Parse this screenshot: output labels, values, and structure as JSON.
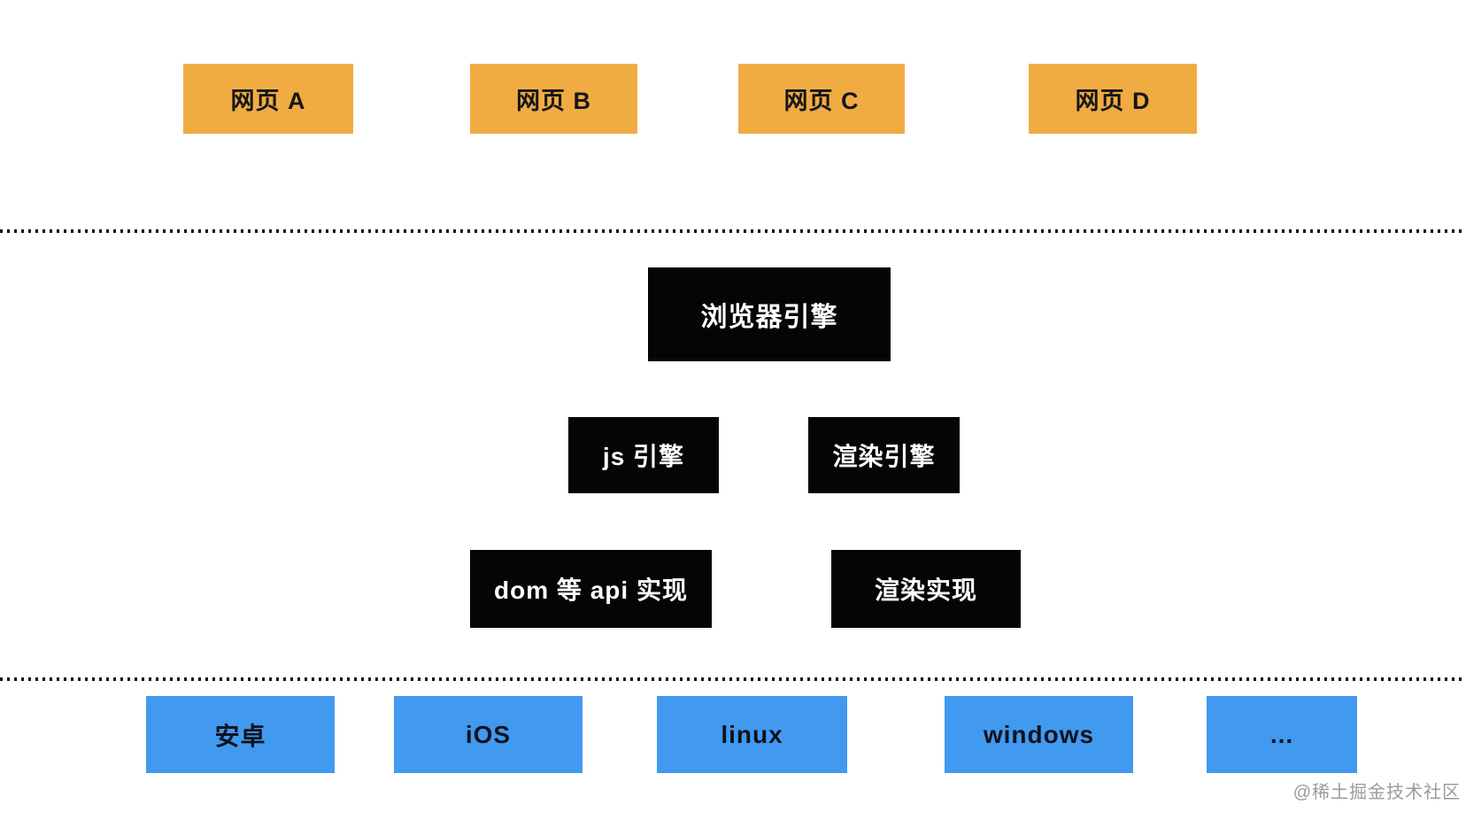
{
  "diagram": {
    "layers": {
      "webpages": {
        "items": [
          {
            "label": "网页 A"
          },
          {
            "label": "网页 B"
          },
          {
            "label": "网页 C"
          },
          {
            "label": "网页 D"
          }
        ]
      },
      "browser": {
        "engine_label": "浏览器引擎",
        "sub_engines": [
          {
            "label": "js 引擎"
          },
          {
            "label": "渲染引擎"
          }
        ],
        "implementations": [
          {
            "label": "dom 等 api 实现"
          },
          {
            "label": "渲染实现"
          }
        ]
      },
      "os": {
        "items": [
          {
            "label": "安卓"
          },
          {
            "label": "iOS"
          },
          {
            "label": "linux"
          },
          {
            "label": "windows"
          },
          {
            "label": "..."
          }
        ]
      }
    },
    "colors": {
      "webpage_box": "#f0ac43",
      "engine_box": "#050505",
      "os_box": "#4199f0",
      "dotted_line": "#151515",
      "watermark_text": "#9b9b9b"
    },
    "watermark": "@稀土掘金技术社区"
  }
}
